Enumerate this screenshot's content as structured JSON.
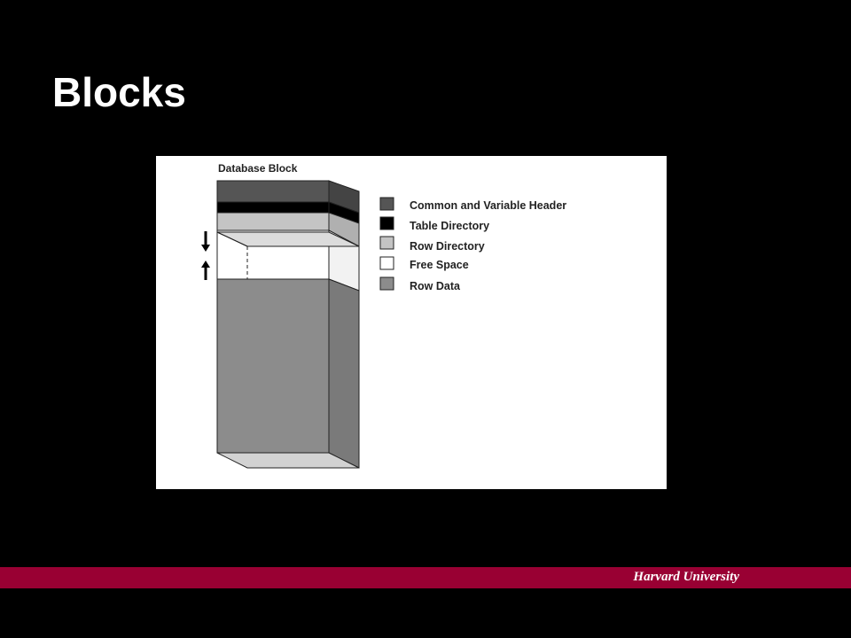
{
  "slide": {
    "title": "Blocks",
    "background_color": "#000000"
  },
  "diagram": {
    "title": "Database Block",
    "legend": [
      {
        "label": "Common and Variable Header",
        "color": "#555555"
      },
      {
        "label": "Table Directory",
        "color": "#000000"
      },
      {
        "label": "Row Directory",
        "color": "#c4c4c4"
      },
      {
        "label": "Free Space",
        "color": "#ffffff"
      },
      {
        "label": "Row Data",
        "color": "#8c8c8c"
      }
    ],
    "icons": [
      "arrow-down-icon",
      "arrow-up-icon"
    ]
  },
  "footer": {
    "text": "Harvard University",
    "color": "#990033"
  }
}
